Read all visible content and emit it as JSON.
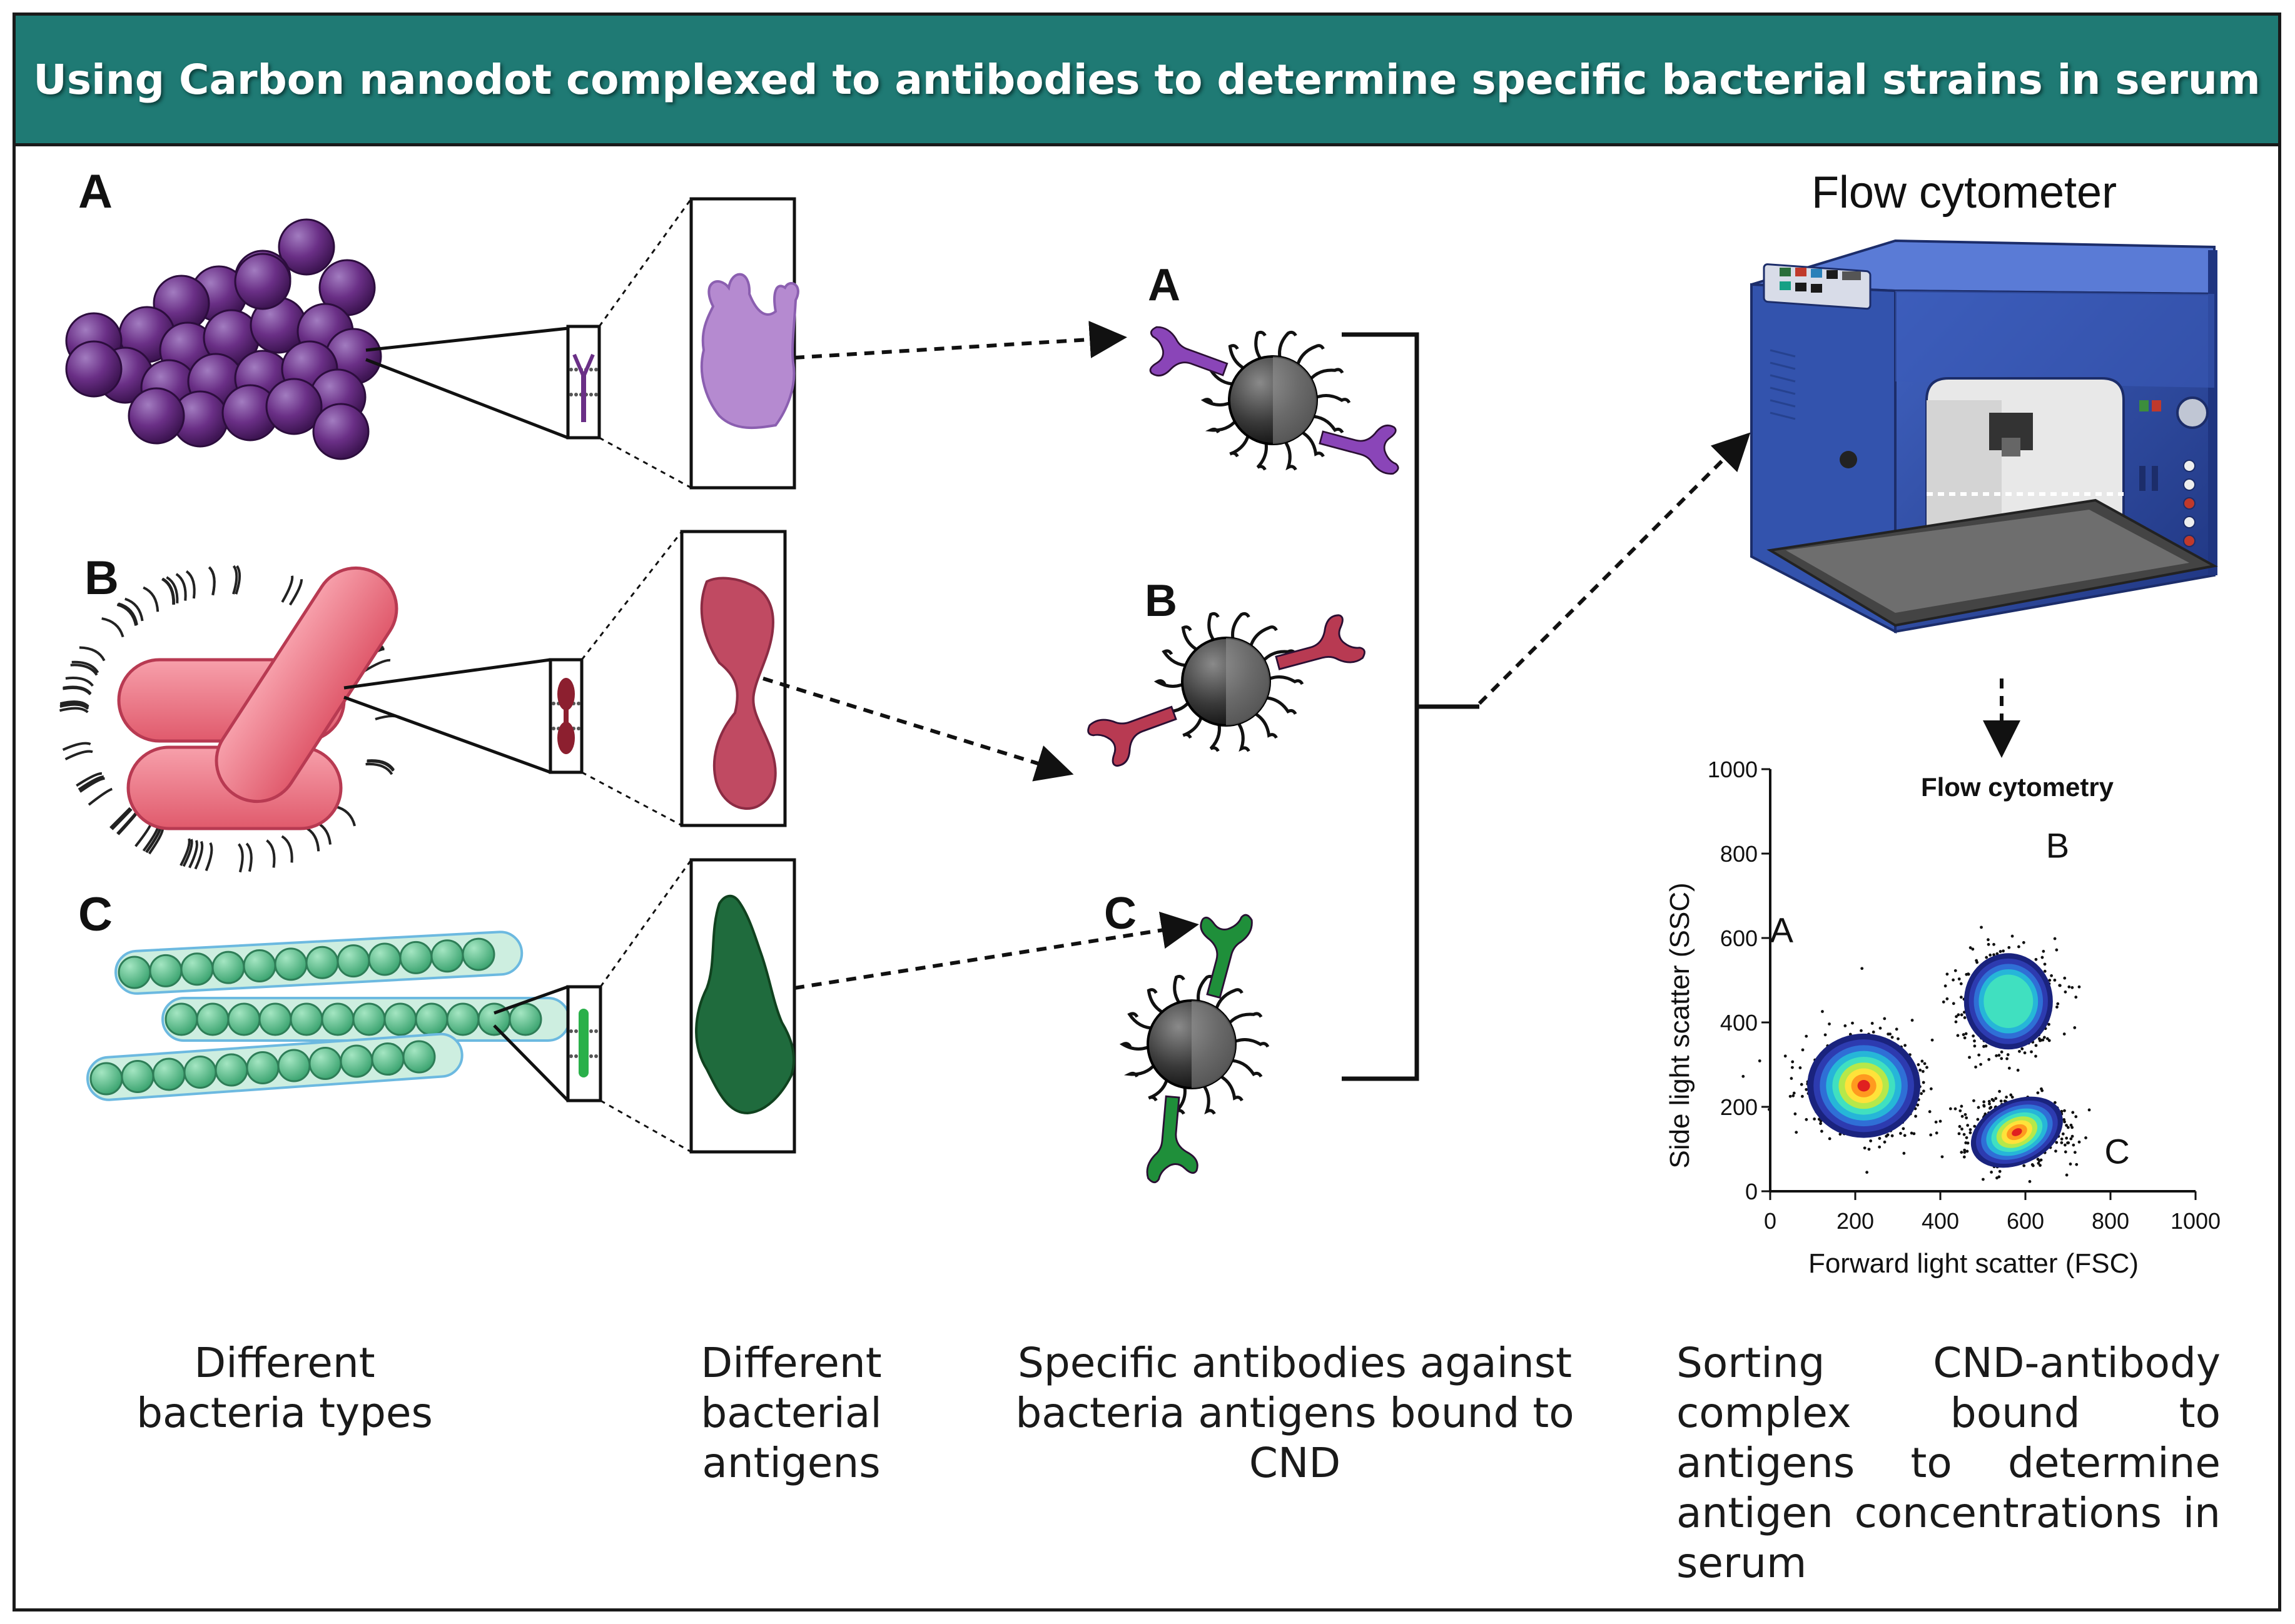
{
  "title": "Using Carbon nanodot complexed to antibodies  to determine specific bacterial strains in serum",
  "row_labels": [
    "A",
    "B",
    "C"
  ],
  "complex_labels": [
    "A",
    "B",
    "C"
  ],
  "instrument_label": "Flow cytometer",
  "captions": {
    "bacteria": "Different bacteria types",
    "antigens": "Different bacterial antigens",
    "antibodies": "Specific antibodies against bacteria antigens bound to CND",
    "sorting": "Sorting CND-antibody complex bound to antigens to determine antigen concentrations in serum"
  },
  "colors": {
    "banner": "#1f7a74",
    "purple": "#6a2f86",
    "pink": "#e8687a",
    "red_antigen": "#b83a52",
    "green_bacteria": "#5cc08f",
    "green_antigen": "#1f6b3d",
    "instrument": "#2d49a0"
  },
  "chart_data": {
    "type": "scatter",
    "title": "Flow cytometry",
    "xlabel": "Forward light scatter (FSC)",
    "ylabel": "Side light scatter (SSC)",
    "xlim": [
      0,
      1000
    ],
    "ylim": [
      0,
      1000
    ],
    "xticks": [
      "0",
      "200",
      "400",
      "600",
      "800",
      "1000"
    ],
    "yticks": [
      "0",
      "200",
      "400",
      "600",
      "800",
      "1000"
    ],
    "clusters": [
      {
        "label": "A",
        "center": [
          220,
          250
        ],
        "spread": [
          140,
          130
        ]
      },
      {
        "label": "B",
        "center": [
          560,
          450
        ],
        "spread": [
          110,
          120
        ]
      },
      {
        "label": "C",
        "center": [
          580,
          140
        ],
        "spread": [
          120,
          80
        ]
      }
    ]
  }
}
